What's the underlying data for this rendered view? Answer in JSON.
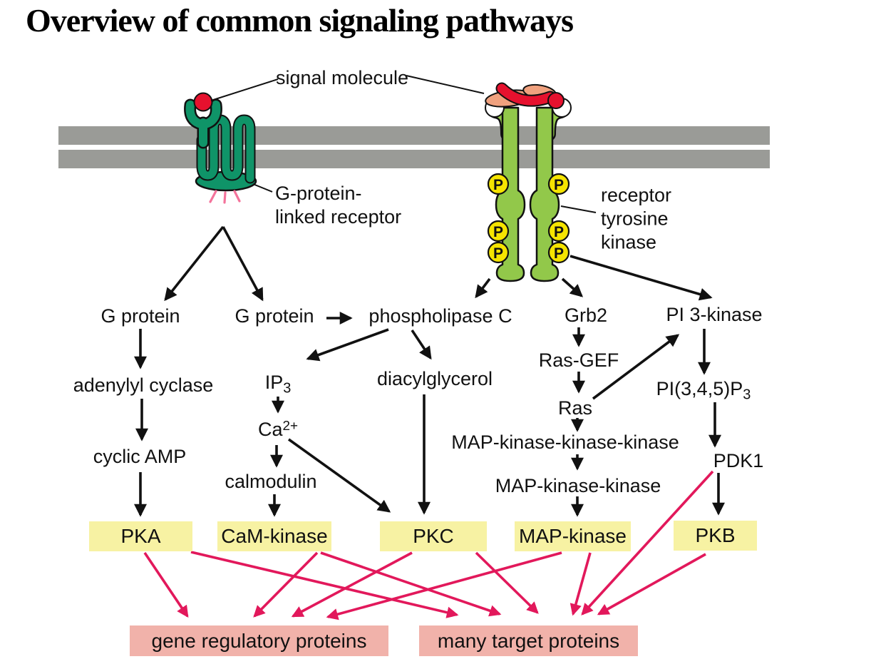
{
  "title": "Overview of common signaling pathways",
  "colors": {
    "membrane_gray": "#9a9b97",
    "gpcr_green": "#0f9468",
    "rtk_green": "#92c84a",
    "ligand_red": "#e6112e",
    "ligand_salmon": "#f0a17e",
    "phosphate_yellow": "#f5e400",
    "kinase_box_yellow": "#f7f2a3",
    "output_box_pink": "#f1b2aa",
    "red_arrow": "#e2185b",
    "activation_pink": "#f4739b"
  },
  "annotations": {
    "signal_molecule": "signal molecule",
    "gpcr_line1": "G-protein-",
    "gpcr_line2": "linked receptor",
    "rtk_line1": "receptor",
    "rtk_line2": "tyrosine",
    "rtk_line3": "kinase",
    "phosphate": "P"
  },
  "nodes": {
    "g_protein_1": "G protein",
    "g_protein_2": "G protein",
    "phospholipase_c": "phospholipase C",
    "grb2": "Grb2",
    "pi3_kinase": "PI 3-kinase",
    "adenylyl_cyclase": "adenylyl cyclase",
    "ip3": {
      "base": "IP",
      "sub": "3"
    },
    "diacylglycerol": "diacylglycerol",
    "ras_gef": "Ras-GEF",
    "ras": "Ras",
    "pip3": {
      "base": "PI(3,4,5)P",
      "sub": "3"
    },
    "ca": {
      "base": "Ca",
      "sup": "2+"
    },
    "cyclic_amp": "cyclic AMP",
    "calmodulin": "calmodulin",
    "map_kkk": "MAP-kinase-kinase-kinase",
    "map_kk": "MAP-kinase-kinase",
    "pdk1": "PDK1"
  },
  "kinases": [
    "PKA",
    "CaM-kinase",
    "PKC",
    "MAP-kinase",
    "PKB"
  ],
  "outputs": [
    "gene regulatory proteins",
    "many target proteins"
  ]
}
